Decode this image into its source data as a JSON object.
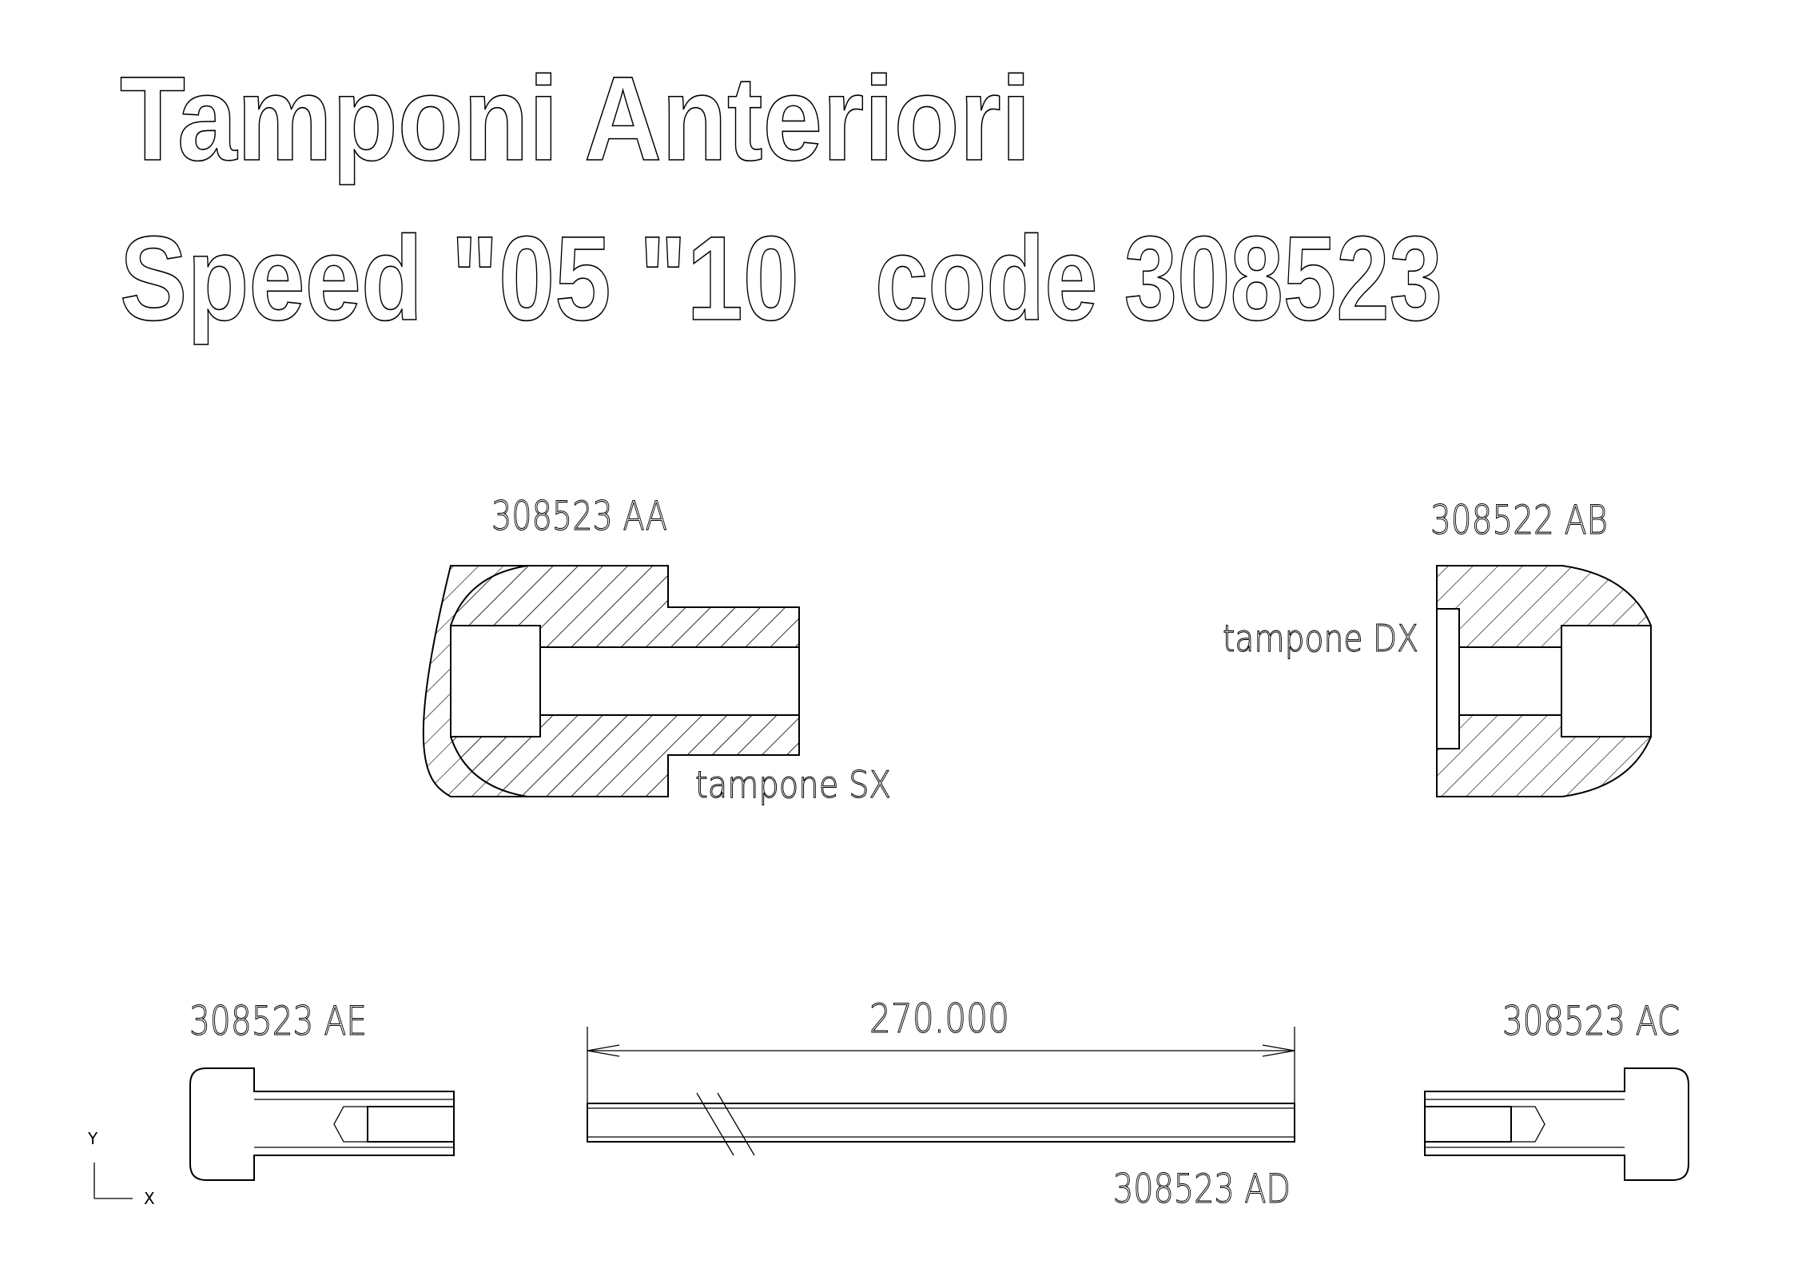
{
  "title": {
    "line1": "Tamponi Anteriori",
    "line2_model": "Speed \"05 \"10",
    "line2_code": "code 308523"
  },
  "parts": {
    "aa": "308523 AA",
    "ab": "308522 AB",
    "ae": "308523 AE",
    "ac": "308523 AC",
    "ad": "308523 AD"
  },
  "notes": {
    "sx": "tampone SX",
    "dx": "tampone DX"
  },
  "dimension": "270.000",
  "axes": {
    "y": "Y",
    "x": "X"
  },
  "colors": {
    "ink": "#000000",
    "paper": "#ffffff"
  }
}
